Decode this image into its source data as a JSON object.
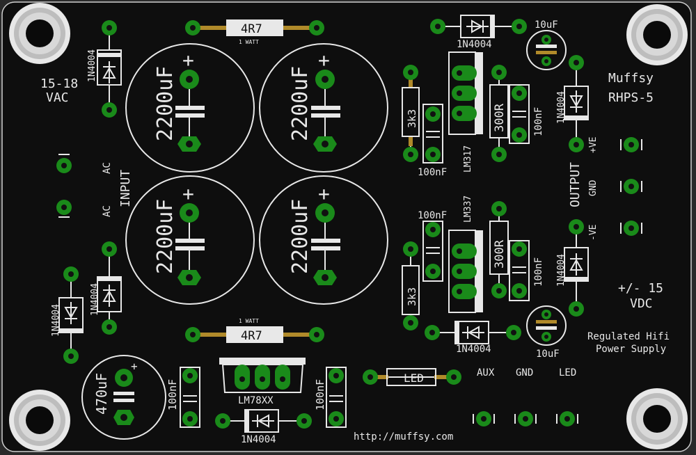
{
  "board": {
    "colors": {
      "background": "#0e0e0e",
      "silkscreen": "#e8e8e8",
      "pad_green": "#1a8a1a",
      "lead_gold": "#b08a2a",
      "hole": "#111111"
    }
  },
  "labels": {
    "brand": "Muffsy",
    "model": "RHPS-5",
    "input_vac": "15-18",
    "input_vac_unit": "VAC",
    "input": "INPUT",
    "ac1": "AC",
    "ac2": "AC",
    "output": "OUTPUT",
    "pos": "+VE",
    "gnd": "GND",
    "neg": "-VE",
    "output_vdc": "+/- 15",
    "output_vdc_unit": "VDC",
    "desc1": "Regulated Hifi",
    "desc2": "Power Supply",
    "url": "http://muffsy.com",
    "aux": "AUX",
    "gnd2": "GND",
    "led_hdr": "LED"
  },
  "parts": {
    "res_top": "4R7",
    "res_top_note": "1 WATT",
    "res_bot": "4R7",
    "res_bot_note": "1 WATT",
    "cap_big": "2200uF",
    "cap_plus": "+",
    "cap_10u_top": "10uF",
    "cap_10u_bot": "10uF",
    "cap_470": "470uF",
    "res_3k3": "3k3",
    "res_300r": "300R",
    "cap_100n": "100nF",
    "reg_pos": "LM317",
    "reg_neg": "LM337",
    "reg_78": "LM78XX",
    "diode": "1N4004",
    "led": "LED"
  }
}
